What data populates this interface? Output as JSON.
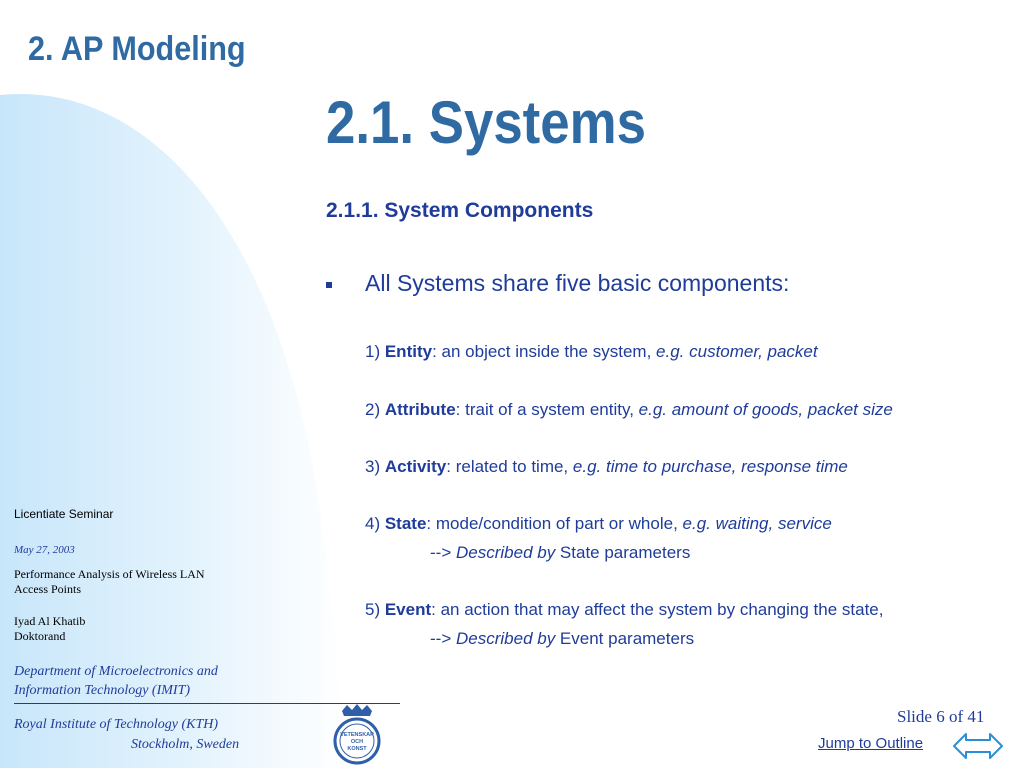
{
  "colors": {
    "title": "#2f6aa3",
    "text": "#1f3c9a",
    "gradient": "#cfe9fb"
  },
  "header": {
    "section": "2.  AP Modeling",
    "title": "2.1.  Systems"
  },
  "content": {
    "subtitle": "2.1.1. System Components",
    "bullet": "All Systems share five basic components:",
    "components": [
      {
        "num": "1) ",
        "term": "Entity",
        "desc": ":  an object inside the system, ",
        "example": "e.g. customer, packet"
      },
      {
        "num": "2) ",
        "term": "Attribute",
        "desc": ": trait of a system entity, ",
        "example": "e.g. amount of goods, packet size"
      },
      {
        "num": "3) ",
        "term": "Activity",
        "desc": ": related to time, ",
        "example": "e.g. time to purchase, response time"
      },
      {
        "num": "4) ",
        "term": "State",
        "desc": ": mode/condition of part or whole, ",
        "example": "e.g. waiting, service",
        "sub": {
          "arrow": "--> ",
          "italic": "Described by",
          "rest": " State parameters"
        }
      },
      {
        "num": "5) ",
        "term": "Event",
        "desc": ": an action that may affect the system by changing the state,",
        "example": "",
        "sub": {
          "arrow": "--> ",
          "italic": "Described by",
          "rest": " Event parameters"
        }
      }
    ]
  },
  "sidebar": {
    "seminar": "Licentiate Seminar",
    "date": "May 27, 2003",
    "thesis_line1": "Performance Analysis of Wireless LAN",
    "thesis_line2": "Access Points",
    "author": "Iyad Al  Khatib",
    "author_role": "Doktorand",
    "dept_line1": "Department of Microelectronics and",
    "dept_line2": "Information Technology (IMIT)",
    "institute": "Royal Institute of  Technology   (KTH)",
    "location": "Stockholm, Sweden"
  },
  "seal": {
    "text_lines": [
      "VETENSKAP",
      "OCH",
      "KONST"
    ]
  },
  "footer": {
    "slide_number": "Slide 6 of 41",
    "jump_link": "Jump to Outline",
    "nav_icon": "double-arrow-icon"
  }
}
